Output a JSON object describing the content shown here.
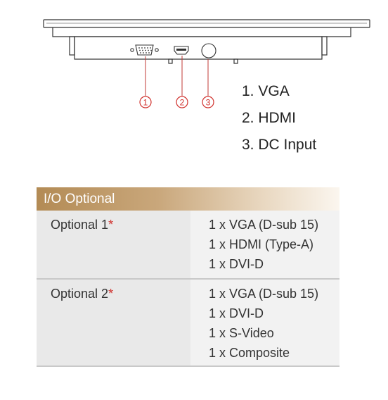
{
  "diagram": {
    "callouts": [
      "1",
      "2",
      "3"
    ]
  },
  "legend": [
    "1. VGA",
    "2. HDMI",
    "3. DC Input"
  ],
  "table": {
    "header": "I/O Optional",
    "groups": [
      {
        "label": "Optional 1",
        "mark": "*",
        "values": [
          "1 x VGA (D-sub 15)",
          "1 x HDMI (Type-A)",
          "1 x DVI-D"
        ]
      },
      {
        "label": "Optional 2",
        "mark": "*",
        "values": [
          "1 x VGA (D-sub 15)",
          "1 x DVI-D",
          "1 x S-Video",
          "1 x Composite"
        ]
      }
    ]
  },
  "colors": {
    "callout": "#d0312d",
    "header_gradient_start": "#b38b55"
  }
}
